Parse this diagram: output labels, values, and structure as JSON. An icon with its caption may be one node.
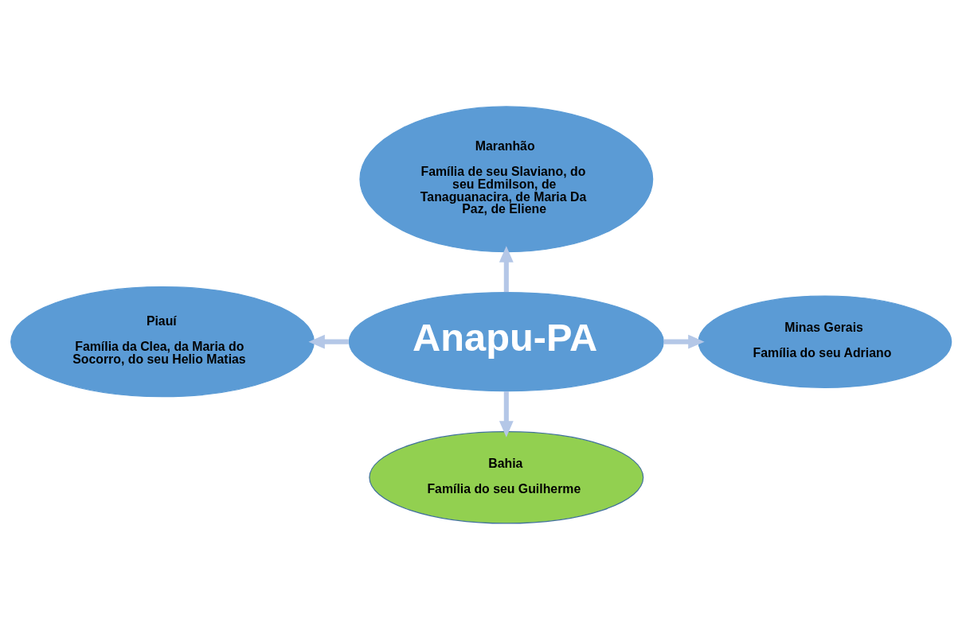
{
  "diagram": {
    "nodes": [
      {
        "text": [
          "Maranhão",
          "Família de seu Slaviano, do seu Edmilson, de Tanaguanacira, de Maria Da Paz, de Eliene"
        ]
      },
      {
        "text": [
          "Piauí",
          "Família da Clea, da Maria do Socorro, do seu Helio Matias"
        ]
      },
      {
        "text": [
          "Anapu-PA"
        ]
      },
      {
        "text": [
          "Minas Gerais",
          "Família do seu Adriano"
        ]
      },
      {
        "text": [
          "Bahia",
          "Família do seu Guilherme"
        ]
      }
    ],
    "edges": [
      {
        "from": 2,
        "to": 0,
        "arrow": "to"
      },
      {
        "from": 2,
        "to": 1,
        "arrow": "to"
      },
      {
        "from": 2,
        "to": 3,
        "arrow": "to"
      },
      {
        "from": 2,
        "to": 4,
        "arrow": "to"
      }
    ]
  }
}
